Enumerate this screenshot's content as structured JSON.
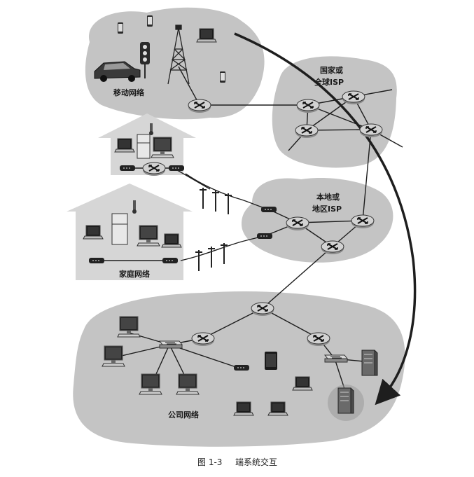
{
  "labels": {
    "mobile_network": "移动网络",
    "global_isp_line1": "国家或",
    "global_isp_line2": "全球ISP",
    "local_isp_line1": "本地或",
    "local_isp_line2": "地区ISP",
    "home_network": "家庭网络",
    "enterprise_network": "公司网络"
  },
  "caption": {
    "figure_number": "图 1-3",
    "title": "端系统交互"
  },
  "colors": {
    "cloud": "#c4c4c4",
    "house": "#d6d6d6",
    "router": "#d0d0d0",
    "link": "#1e1e1e",
    "arrow": "#1e1e1e"
  },
  "icons": [
    "router-icon",
    "cell-tower-icon",
    "traffic-light-icon",
    "car-icon",
    "laptop-icon",
    "mobile-phone-icon",
    "desktop-computer-icon",
    "refrigerator-icon",
    "thermometer-icon",
    "modem-icon",
    "switch-icon",
    "server-icon",
    "tablet-icon",
    "utility-pole-icon"
  ]
}
